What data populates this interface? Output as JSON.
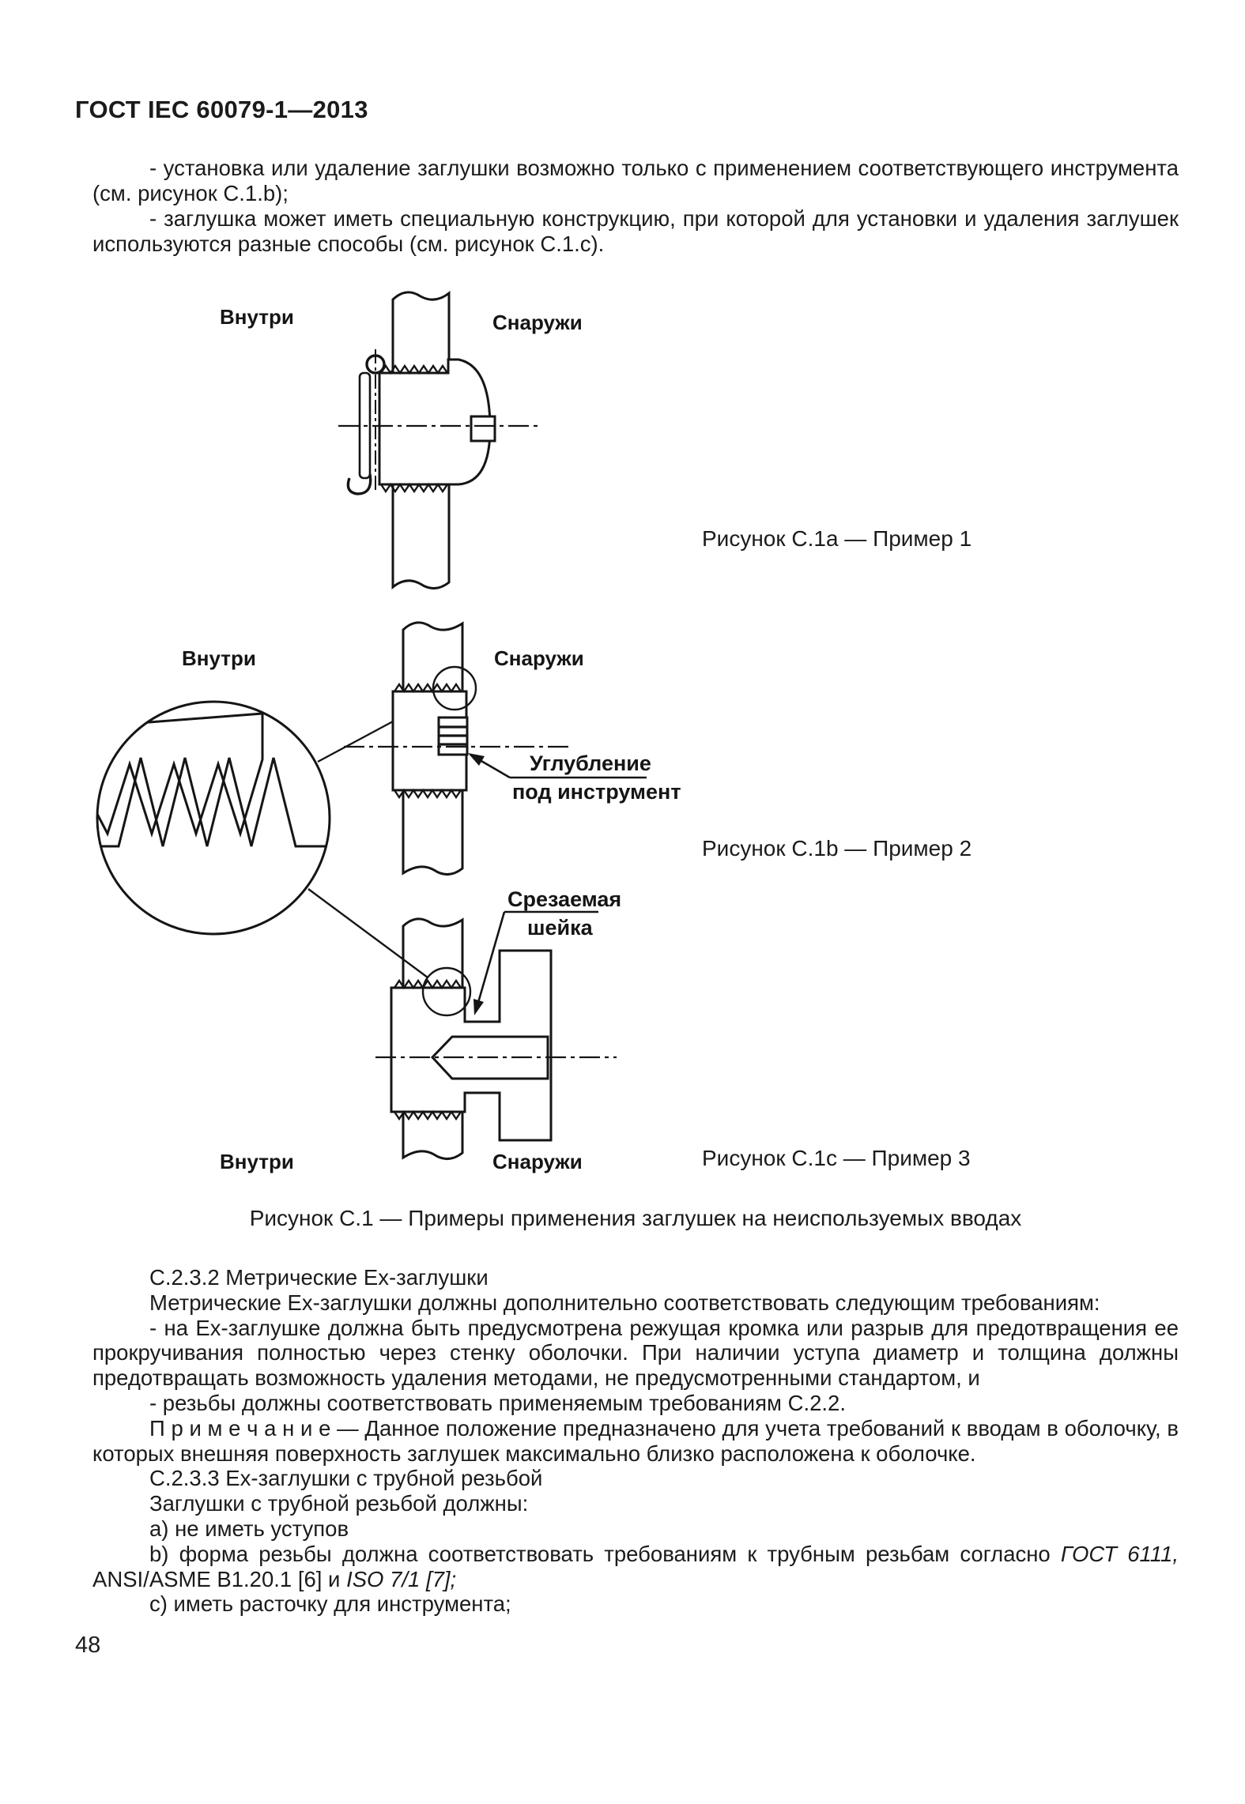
{
  "header": {
    "title": "ГОСТ IEC 60079-1—2013"
  },
  "intro": {
    "p1": "- установка или удаление заглушки возможно только с применением соответствующего инструмента (см. рисунок С.1.b);",
    "p2": "- заглушка может иметь специальную конструкцию, при которой для установки и удаления заглушек используются разные способы (см. рисунок С.1.с)."
  },
  "figure": {
    "fig_a": {
      "inside": "Внутри",
      "outside": "Снаружи",
      "caption": "Рисунок С.1а — Пример 1"
    },
    "fig_b": {
      "inside": "Внутри",
      "outside": "Снаружи",
      "callout_line1": "Углубление",
      "callout_line2": "под инструмент",
      "caption": "Рисунок С.1b — Пример 2"
    },
    "fig_c": {
      "inside": "Внутри",
      "outside": "Снаружи",
      "callout_line1": "Срезаемая",
      "callout_line2": "шейка",
      "caption": "Рисунок С.1с — Пример 3"
    },
    "main_caption": "Рисунок С.1 — Примеры применения заглушек на неиспользуемых вводах"
  },
  "body": {
    "s232_title": "С.2.3.2 Метрические Ex-заглушки",
    "s232_intro": "Метрические Ex-заглушки должны дополнительно соответствовать следующим требованиям:",
    "s232_item1": "- на Ex-заглушке должна быть предусмотрена режущая кромка или разрыв для предотвращения ее прокручивания полностью через стенку оболочки. При наличии уступа диаметр и толщина должны предотвращать возможность удаления методами, не предусмотренными стандартом, и",
    "s232_item2": "- резьбы должны соответствовать применяемым требованиям С.2.2.",
    "note": "П р и м е ч а н и е — Данное положение предназначено для учета требований к вводам в оболочку, в которых внешняя поверхность заглушек максимально близко расположена к оболочке.",
    "s233_title": "С.2.3.3 Ex-заглушки с трубной резьбой",
    "s233_intro": "Заглушки с трубной резьбой должны:",
    "item_a": "а) не иметь уступов",
    "item_b_pre": "b) форма резьбы должна соответствовать требованиям к трубным резьбам согласно ",
    "item_b_it1": "ГОСТ 6111,",
    "item_b_mid": " ANSI/ASME В1.20.1 [6] и ",
    "item_b_it2": "ISO 7/1 [7];",
    "item_c": "с) иметь расточку для инструмента;"
  },
  "footer": {
    "page_number": "48"
  }
}
